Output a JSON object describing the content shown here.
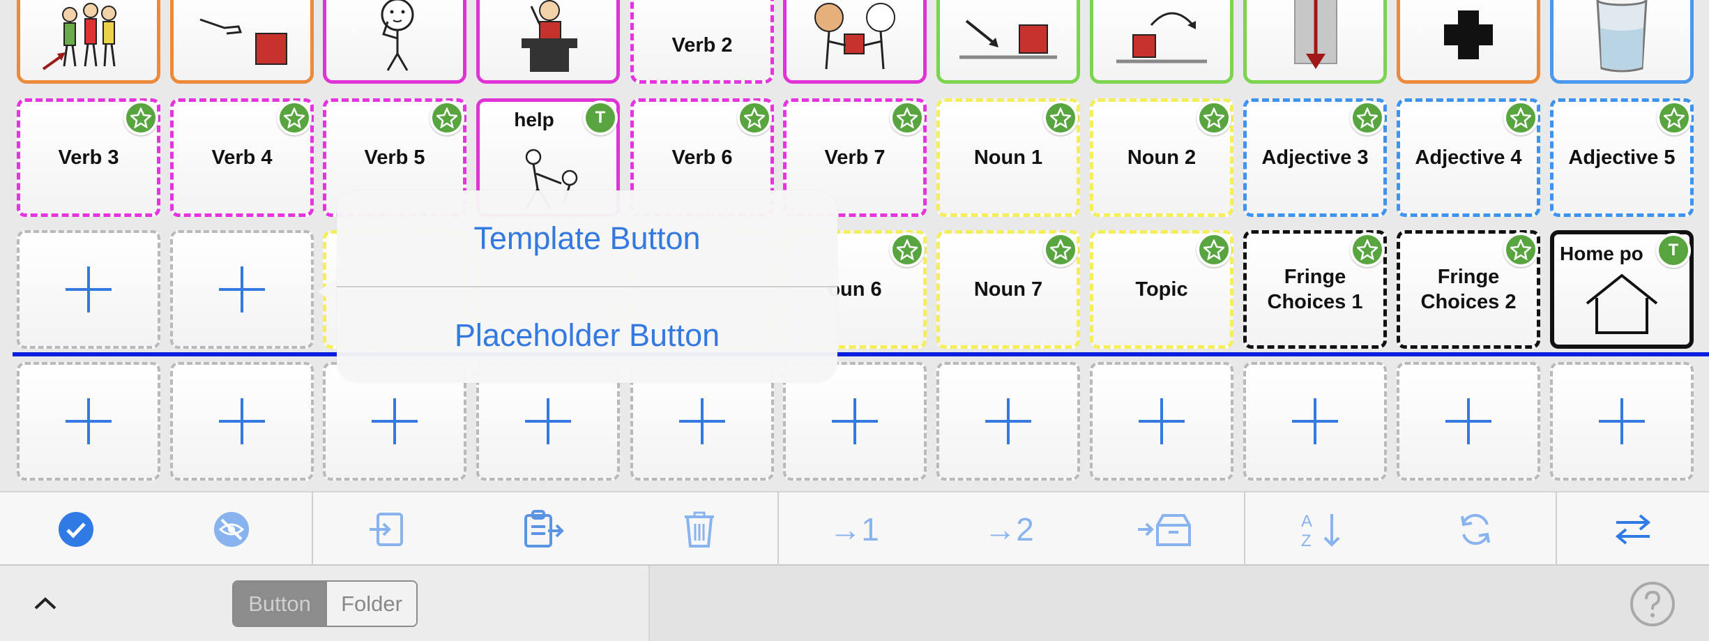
{
  "grid": {
    "row1_labels": [
      "Verb 3",
      "Verb 4",
      "Verb 5",
      "help",
      "Verb 6",
      "Verb 7",
      "Noun 1",
      "Noun 2",
      "Adjective 3",
      "Adjective 4",
      "Adjective 5"
    ],
    "row0_label": "Verb 2",
    "row2": {
      "partial_noun": "oun 6",
      "noun7": "Noun 7",
      "topic": "Topic",
      "fringe1_line1": "Fringe",
      "fringe1_line2": "Choices 1",
      "fringe2_line1": "Fringe",
      "fringe2_line2": "Choices 2",
      "home": "Home po"
    },
    "badge_template": "T"
  },
  "popover": {
    "item1": "Template Button",
    "item2": "Placeholder Button"
  },
  "toolbar": {
    "move_to_1": "→1",
    "move_to_2": "→2",
    "icons": [
      "checkmark-circle-icon",
      "visibility-off-icon",
      "import-icon",
      "paste-icon",
      "trash-icon",
      "move-to-page-1-icon",
      "move-to-page-2-icon",
      "move-to-folder-icon",
      "sort-az-icon",
      "refresh-icon",
      "swap-icon"
    ]
  },
  "bottom": {
    "segment_button": "Button",
    "segment_folder": "Folder"
  },
  "colors": {
    "accent": "#3479e0",
    "toolbar_icon": "#89b3ee",
    "badge_green": "#58a53f",
    "row_divider": "#0a1ee0"
  }
}
